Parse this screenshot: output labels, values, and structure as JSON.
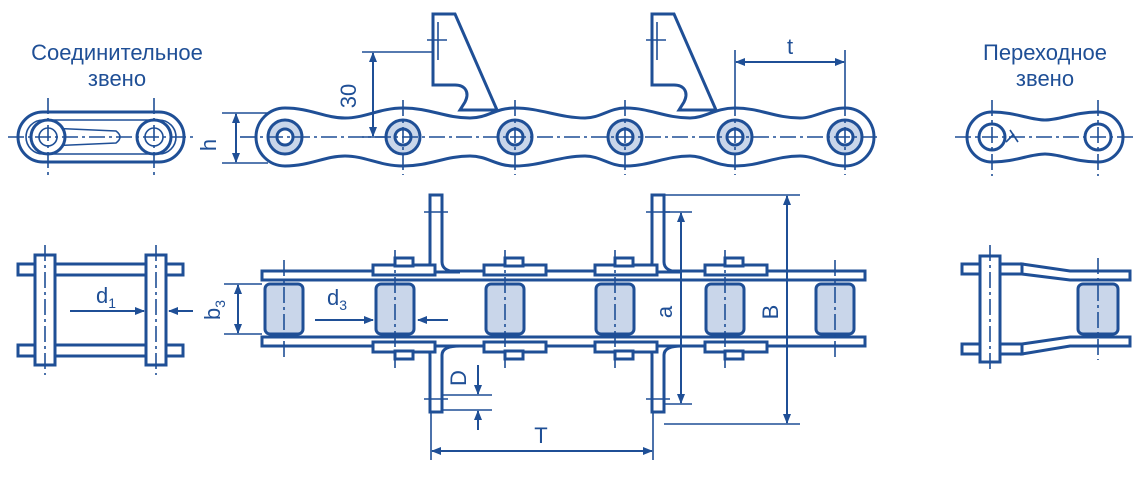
{
  "titles": {
    "left_line1": "Соединительное",
    "left_line2": "звено",
    "right_line1": "Переходное",
    "right_line2": "звено"
  },
  "dimensions": {
    "h": "h",
    "t": "t",
    "thirty": "30",
    "d1_main": "d",
    "d1_sub": "1",
    "b3_main": "b",
    "b3_sub": "3",
    "d3_main": "d",
    "d3_sub": "3",
    "a": "a",
    "B": "B",
    "D": "D",
    "T": "T"
  },
  "colors": {
    "line": "#1f4f96",
    "fill": "#c9d6ea",
    "background": "#ffffff"
  }
}
